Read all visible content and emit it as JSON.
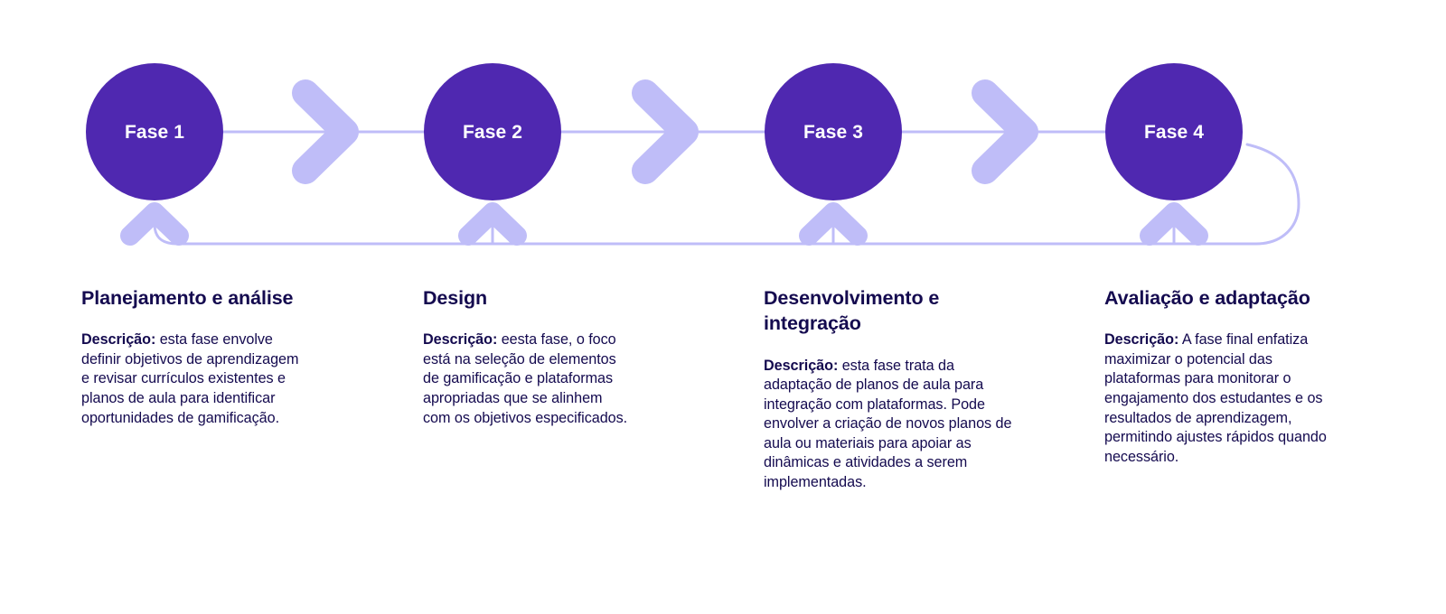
{
  "diagram": {
    "type": "cyclical-process-flow",
    "orientation": "horizontal",
    "colors": {
      "node_fill": "#4F28B0",
      "node_label": "#FFFFFF",
      "accent_arrow": "#BFBDF8",
      "connector_line": "#BFBDF8",
      "loop_line": "#BFBDF8",
      "heading_text": "#140A4F",
      "body_text": "#140A4F",
      "background": "#FFFFFF"
    },
    "label_prefix_bold": "Descrição:",
    "loop_back": {
      "from": "Fase 4",
      "to": "Fase 1",
      "style": "curved-return"
    },
    "nodes": [
      {
        "id": "fase-1",
        "label": "Fase 1",
        "title": "Planejamento e análise",
        "lead": "Descrição:",
        "body": " esta fase envolve definir objetivos de aprendizagem e revisar currículos existentes e planos de aula para identificar oportunidades de gamificação."
      },
      {
        "id": "fase-2",
        "label": "Fase 2",
        "title": "Design",
        "lead": "Descrição:",
        "body": " eesta fase, o foco está na seleção de elementos de gamificação e plataformas apropriadas que se alinhem com os objetivos especificados."
      },
      {
        "id": "fase-3",
        "label": "Fase 3",
        "title": "Desenvolvimento e integração",
        "lead": "Descrição:",
        "body": " esta fase trata da adaptação de planos de aula para integração com plataformas. Pode envolver a criação de novos planos de aula ou materiais para apoiar as dinâmicas e atividades a serem implementadas."
      },
      {
        "id": "fase-4",
        "label": "Fase 4",
        "title": "Avaliação e adaptação",
        "lead": "Descrição:",
        "body": " A fase final enfatiza maximizar o potencial das plataformas para monitorar o engajamento dos estudantes e os resultados de aprendizagem, permitindo ajustes rápidos quando necessário."
      }
    ],
    "connectors": [
      {
        "id": "connector-1-2",
        "icon": "chevron-right-icon",
        "from": "Fase 1",
        "to": "Fase 2"
      },
      {
        "id": "connector-2-3",
        "icon": "chevron-right-icon",
        "from": "Fase 2",
        "to": "Fase 3"
      },
      {
        "id": "connector-3-4",
        "icon": "chevron-right-icon",
        "from": "Fase 3",
        "to": "Fase 4"
      }
    ],
    "feedback_arrows": [
      {
        "id": "feedback-arrow-1",
        "icon": "arrow-up-icon",
        "target": "Fase 1"
      },
      {
        "id": "feedback-arrow-2",
        "icon": "arrow-up-icon",
        "target": "Fase 2"
      },
      {
        "id": "feedback-arrow-3",
        "icon": "arrow-up-icon",
        "target": "Fase 3"
      },
      {
        "id": "feedback-arrow-4",
        "icon": "arrow-up-icon",
        "target": "Fase 4"
      }
    ]
  }
}
